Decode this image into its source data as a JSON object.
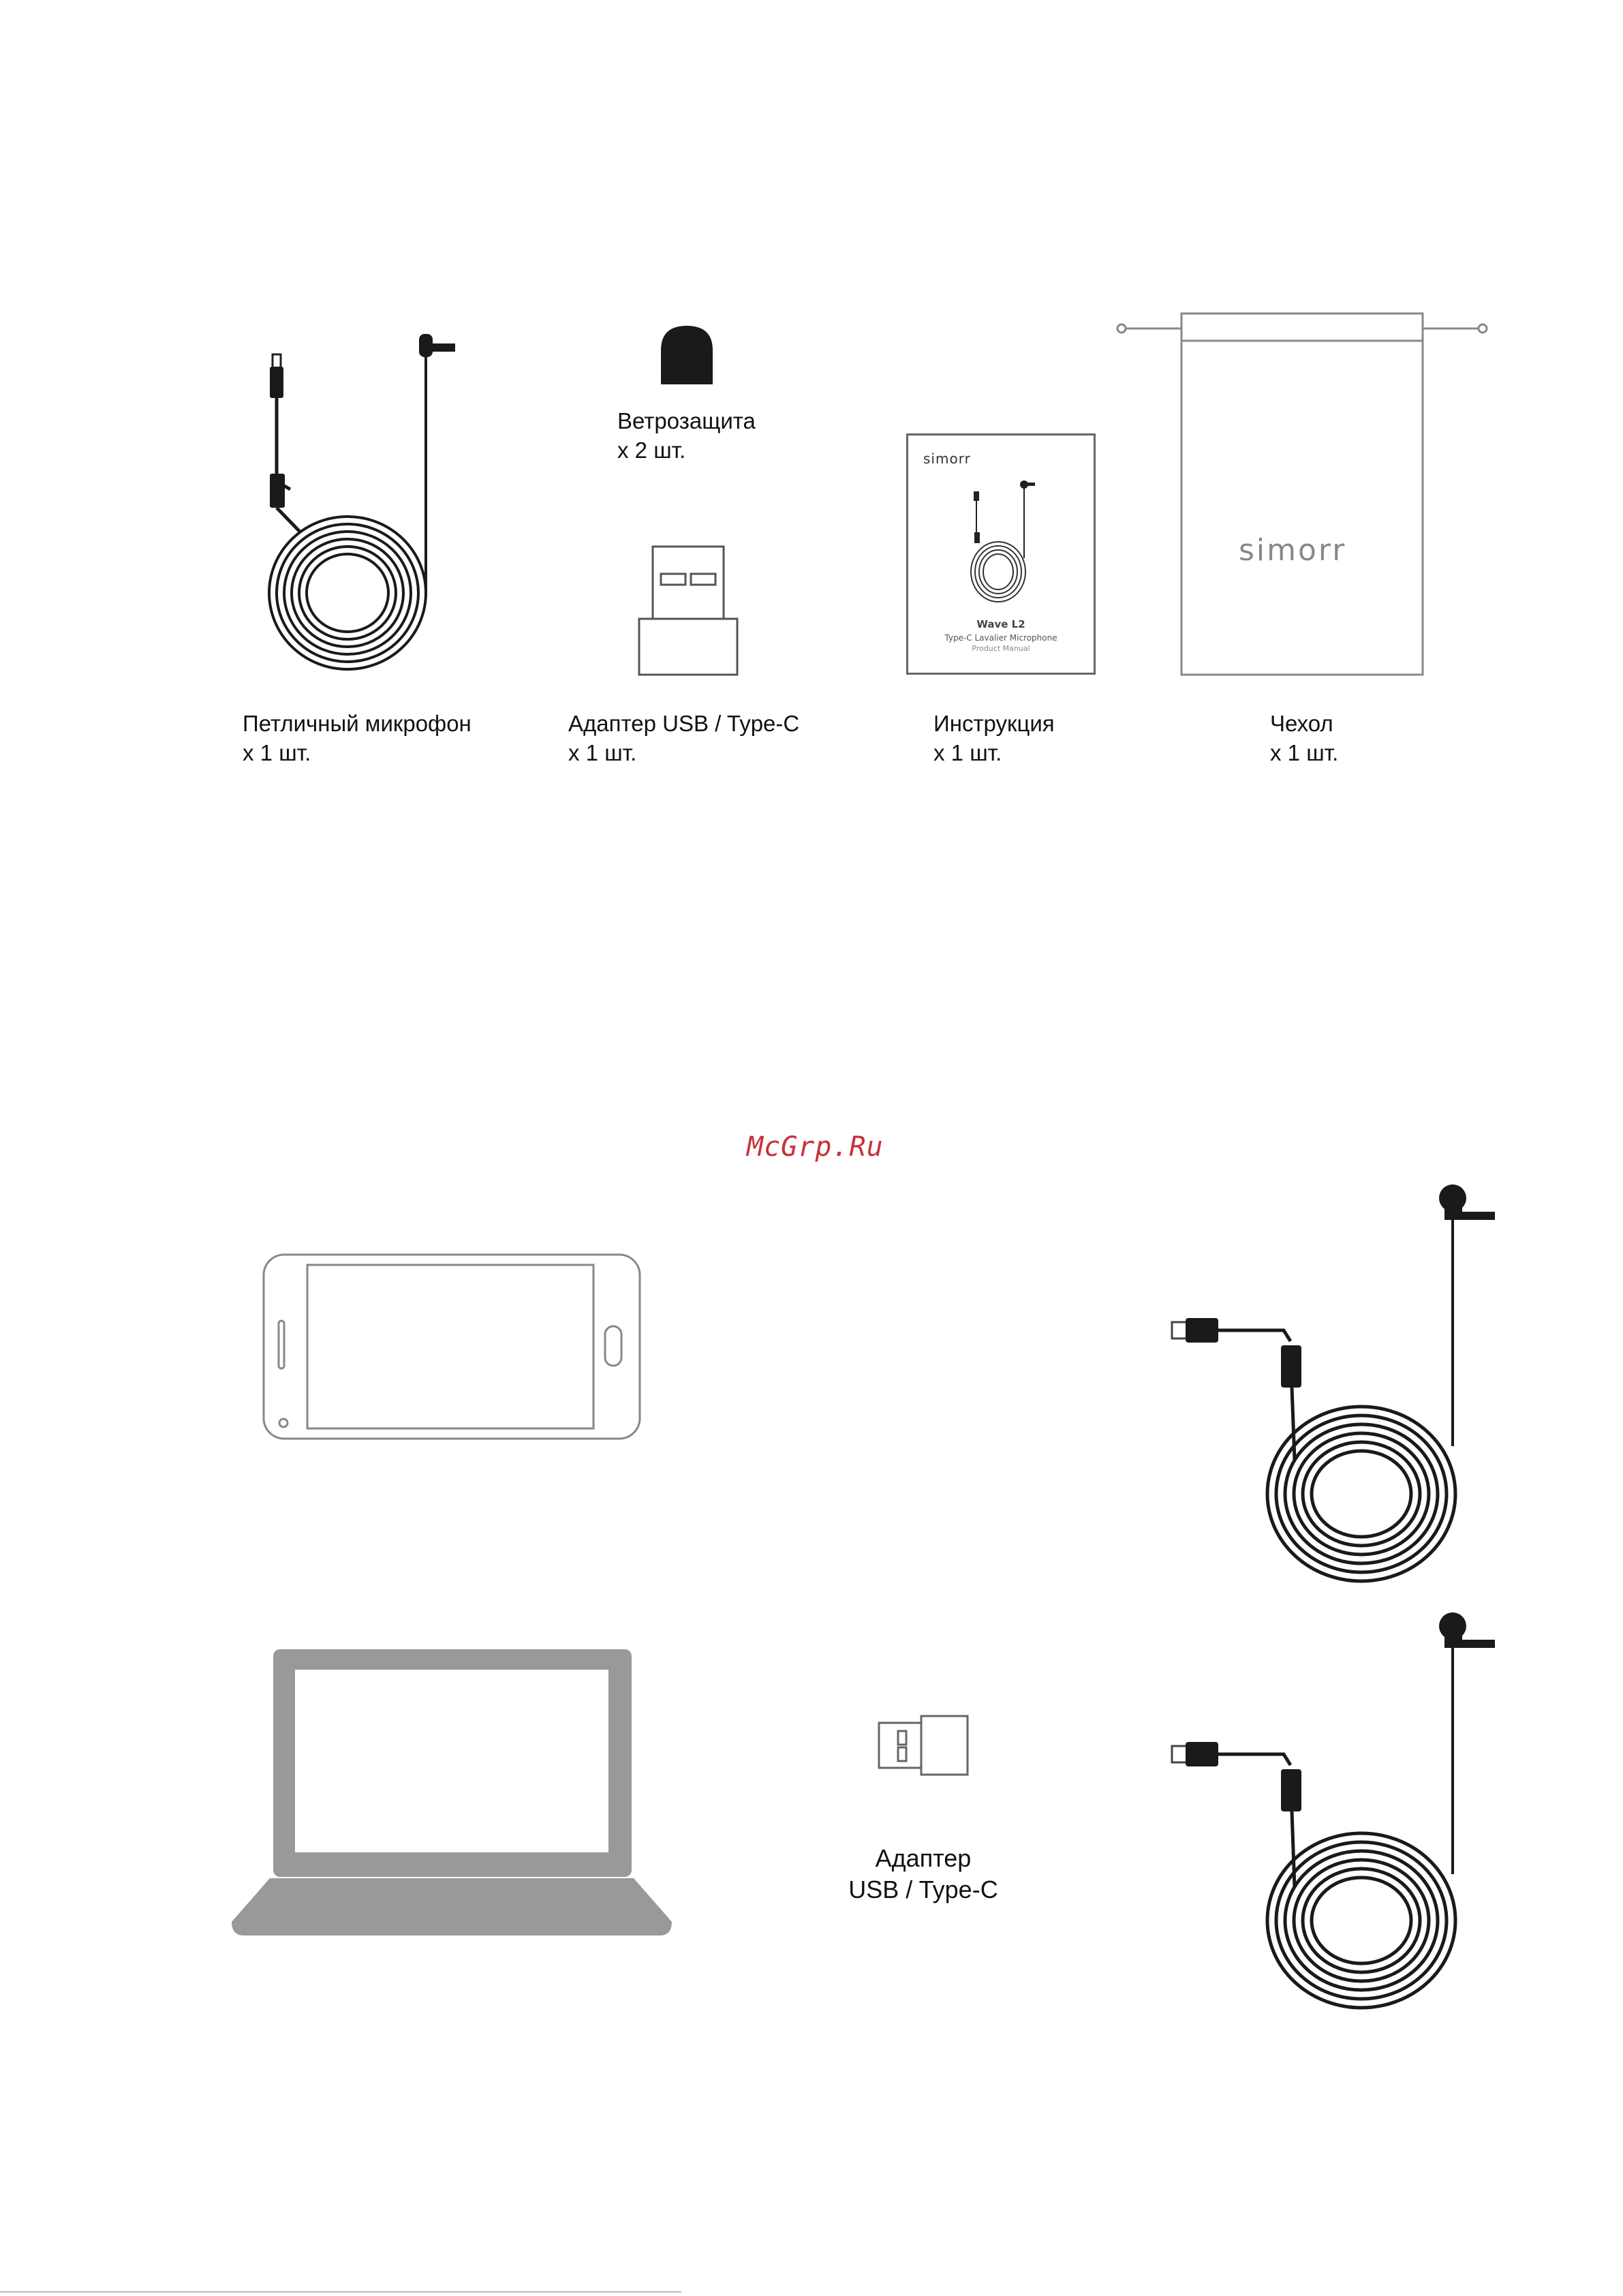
{
  "kit_items": [
    {
      "id": "mic",
      "name": "Петличный микрофон",
      "qty": "x 1 шт."
    },
    {
      "id": "windscreen",
      "name": "Ветрозащита",
      "qty": "x 2 шт."
    },
    {
      "id": "adapter",
      "name": "Адаптер USB / Type-C",
      "qty": "x 1 шт."
    },
    {
      "id": "manual",
      "name": "Инструкция",
      "qty": "x 1 шт."
    },
    {
      "id": "pouch",
      "name": "Чехол",
      "qty": "x 1 шт."
    }
  ],
  "manual_cover": {
    "brand": "simorr",
    "model": "Wave L2",
    "subtitle": "Type-C Lavalier Microphone",
    "doc": "Product Manual"
  },
  "pouch_brand": "simorr",
  "watermark": "McGrp.Ru",
  "connection": {
    "adapter_caption_line1": "Адаптер",
    "adapter_caption_line2": "USB / Type-C"
  },
  "icons": [
    "smartphone-icon",
    "laptop-icon",
    "usb-adapter-icon",
    "lavalier-mic-icon",
    "windscreen-icon",
    "pouch-icon",
    "manual-icon"
  ]
}
